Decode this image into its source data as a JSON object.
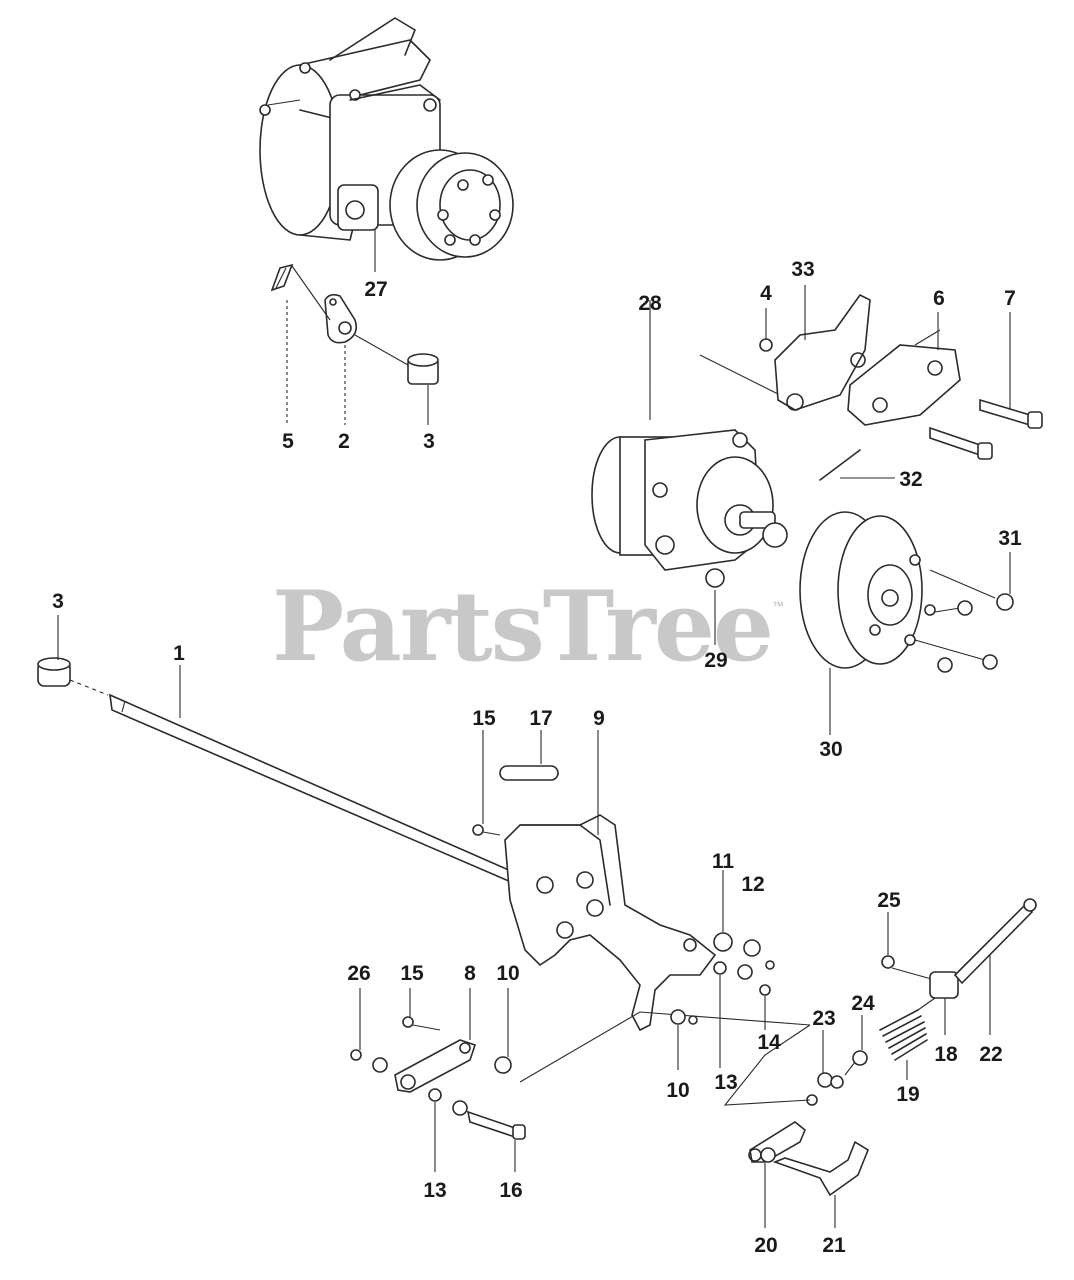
{
  "watermark": {
    "text": "PartsTree",
    "trademark": "™"
  },
  "callouts": [
    {
      "id": "27",
      "label": "27"
    },
    {
      "id": "5",
      "label": "5"
    },
    {
      "id": "2",
      "label": "2"
    },
    {
      "id": "3a",
      "label": "3"
    },
    {
      "id": "28",
      "label": "28"
    },
    {
      "id": "4",
      "label": "4"
    },
    {
      "id": "33",
      "label": "33"
    },
    {
      "id": "6",
      "label": "6"
    },
    {
      "id": "7",
      "label": "7"
    },
    {
      "id": "32",
      "label": "32"
    },
    {
      "id": "31",
      "label": "31"
    },
    {
      "id": "29",
      "label": "29"
    },
    {
      "id": "30",
      "label": "30"
    },
    {
      "id": "3b",
      "label": "3"
    },
    {
      "id": "1",
      "label": "1"
    },
    {
      "id": "15a",
      "label": "15"
    },
    {
      "id": "17",
      "label": "17"
    },
    {
      "id": "9",
      "label": "9"
    },
    {
      "id": "11",
      "label": "11"
    },
    {
      "id": "12",
      "label": "12"
    },
    {
      "id": "25",
      "label": "25"
    },
    {
      "id": "26",
      "label": "26"
    },
    {
      "id": "15b",
      "label": "15"
    },
    {
      "id": "8",
      "label": "8"
    },
    {
      "id": "10a",
      "label": "10"
    },
    {
      "id": "14",
      "label": "14"
    },
    {
      "id": "23",
      "label": "23"
    },
    {
      "id": "24",
      "label": "24"
    },
    {
      "id": "18",
      "label": "18"
    },
    {
      "id": "22",
      "label": "22"
    },
    {
      "id": "10b",
      "label": "10"
    },
    {
      "id": "13a",
      "label": "13"
    },
    {
      "id": "19",
      "label": "19"
    },
    {
      "id": "13b",
      "label": "13"
    },
    {
      "id": "16",
      "label": "16"
    },
    {
      "id": "20",
      "label": "20"
    },
    {
      "id": "21",
      "label": "21"
    }
  ]
}
